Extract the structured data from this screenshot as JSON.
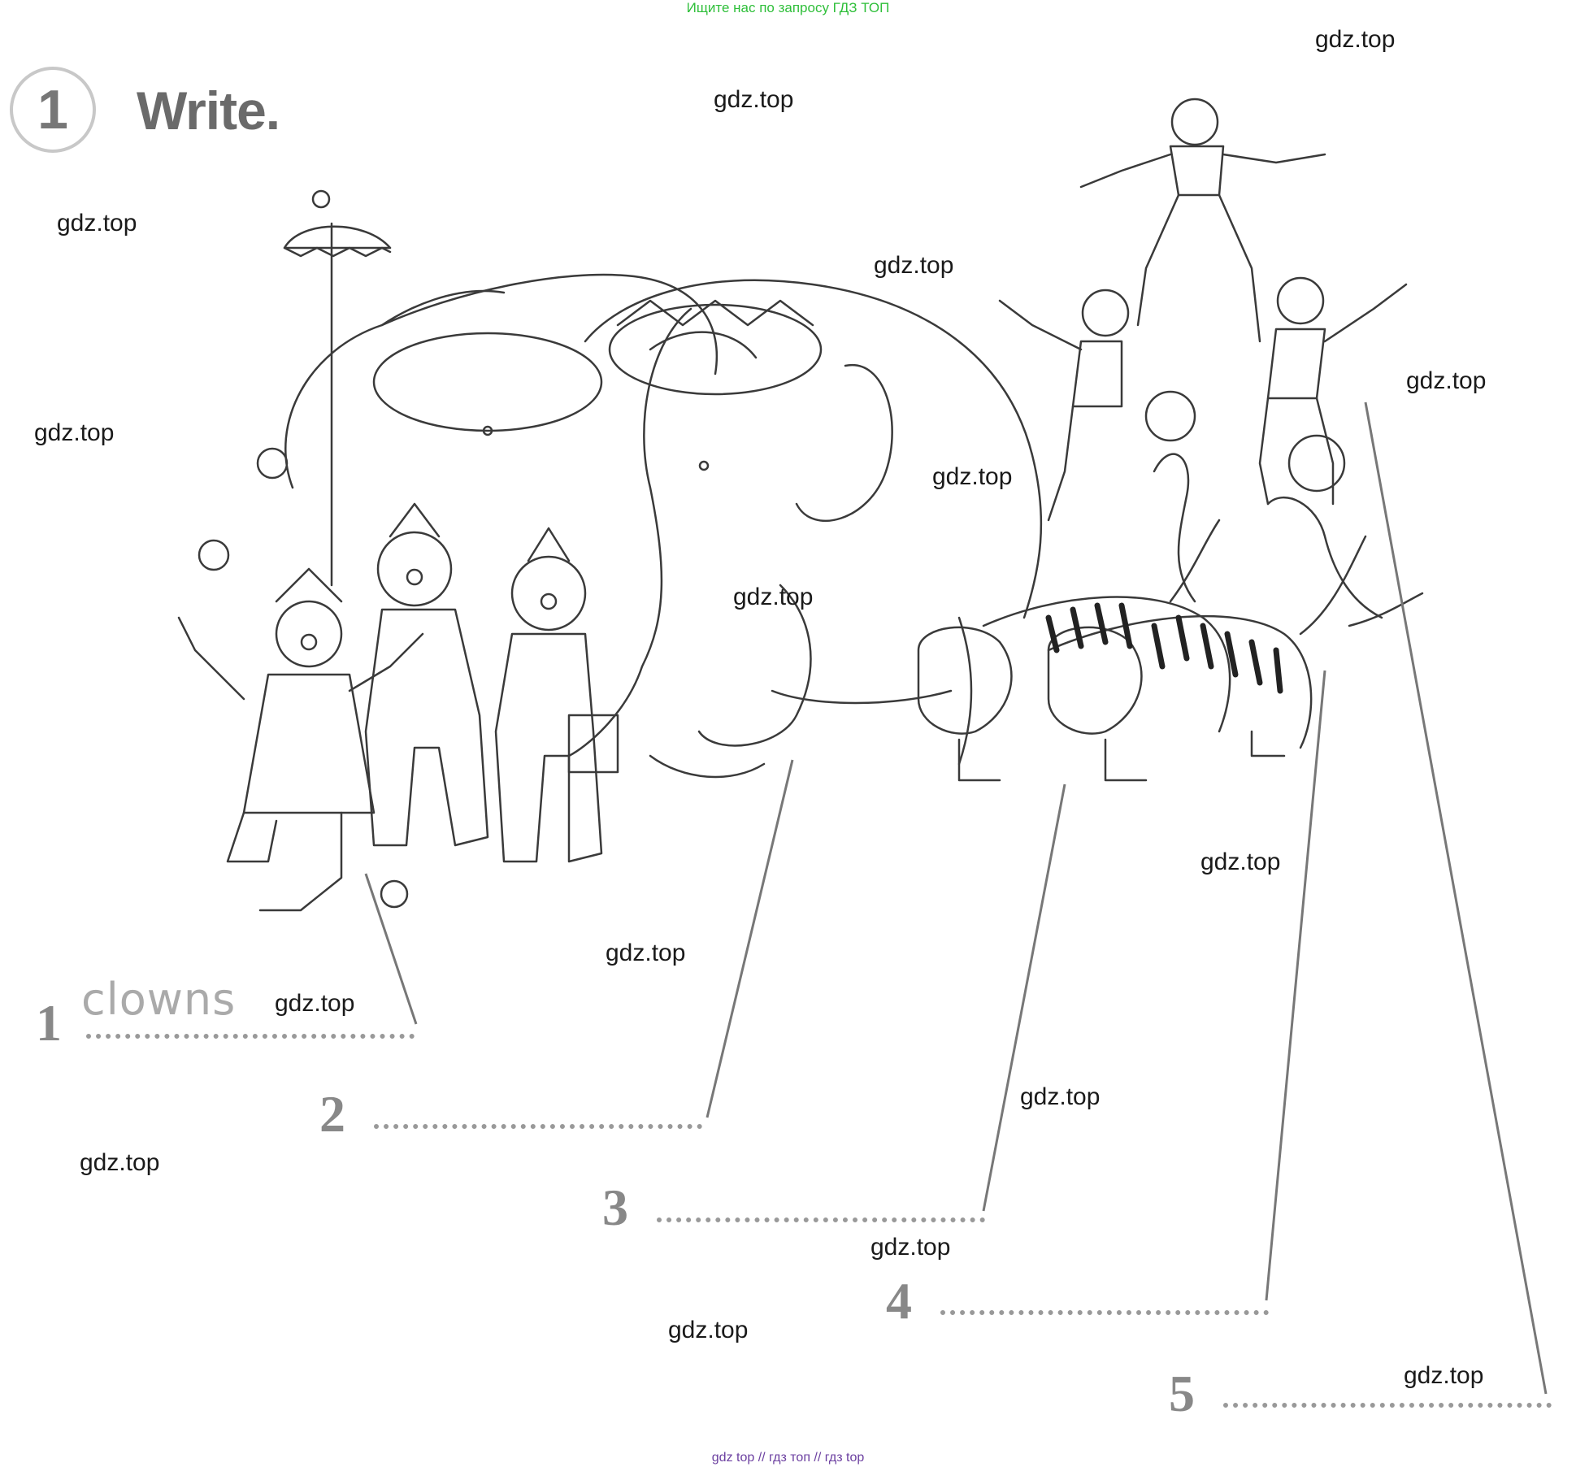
{
  "banner": {
    "text": "Ищите нас по запросу ГДЗ ТОП"
  },
  "exercise": {
    "number": "1",
    "instruction": "Write."
  },
  "items": [
    {
      "number": "1",
      "answer": "clowns"
    },
    {
      "number": "2",
      "answer": ""
    },
    {
      "number": "3",
      "answer": ""
    },
    {
      "number": "4",
      "answer": ""
    },
    {
      "number": "5",
      "answer": ""
    }
  ],
  "watermark": {
    "text": "gdz.top"
  },
  "footer": {
    "text": "gdz top  //  гдз топ  //  гдз top"
  },
  "illustration": {
    "subjects": [
      "clowns",
      "elephants",
      "acrobats",
      "seals",
      "tigers"
    ]
  }
}
